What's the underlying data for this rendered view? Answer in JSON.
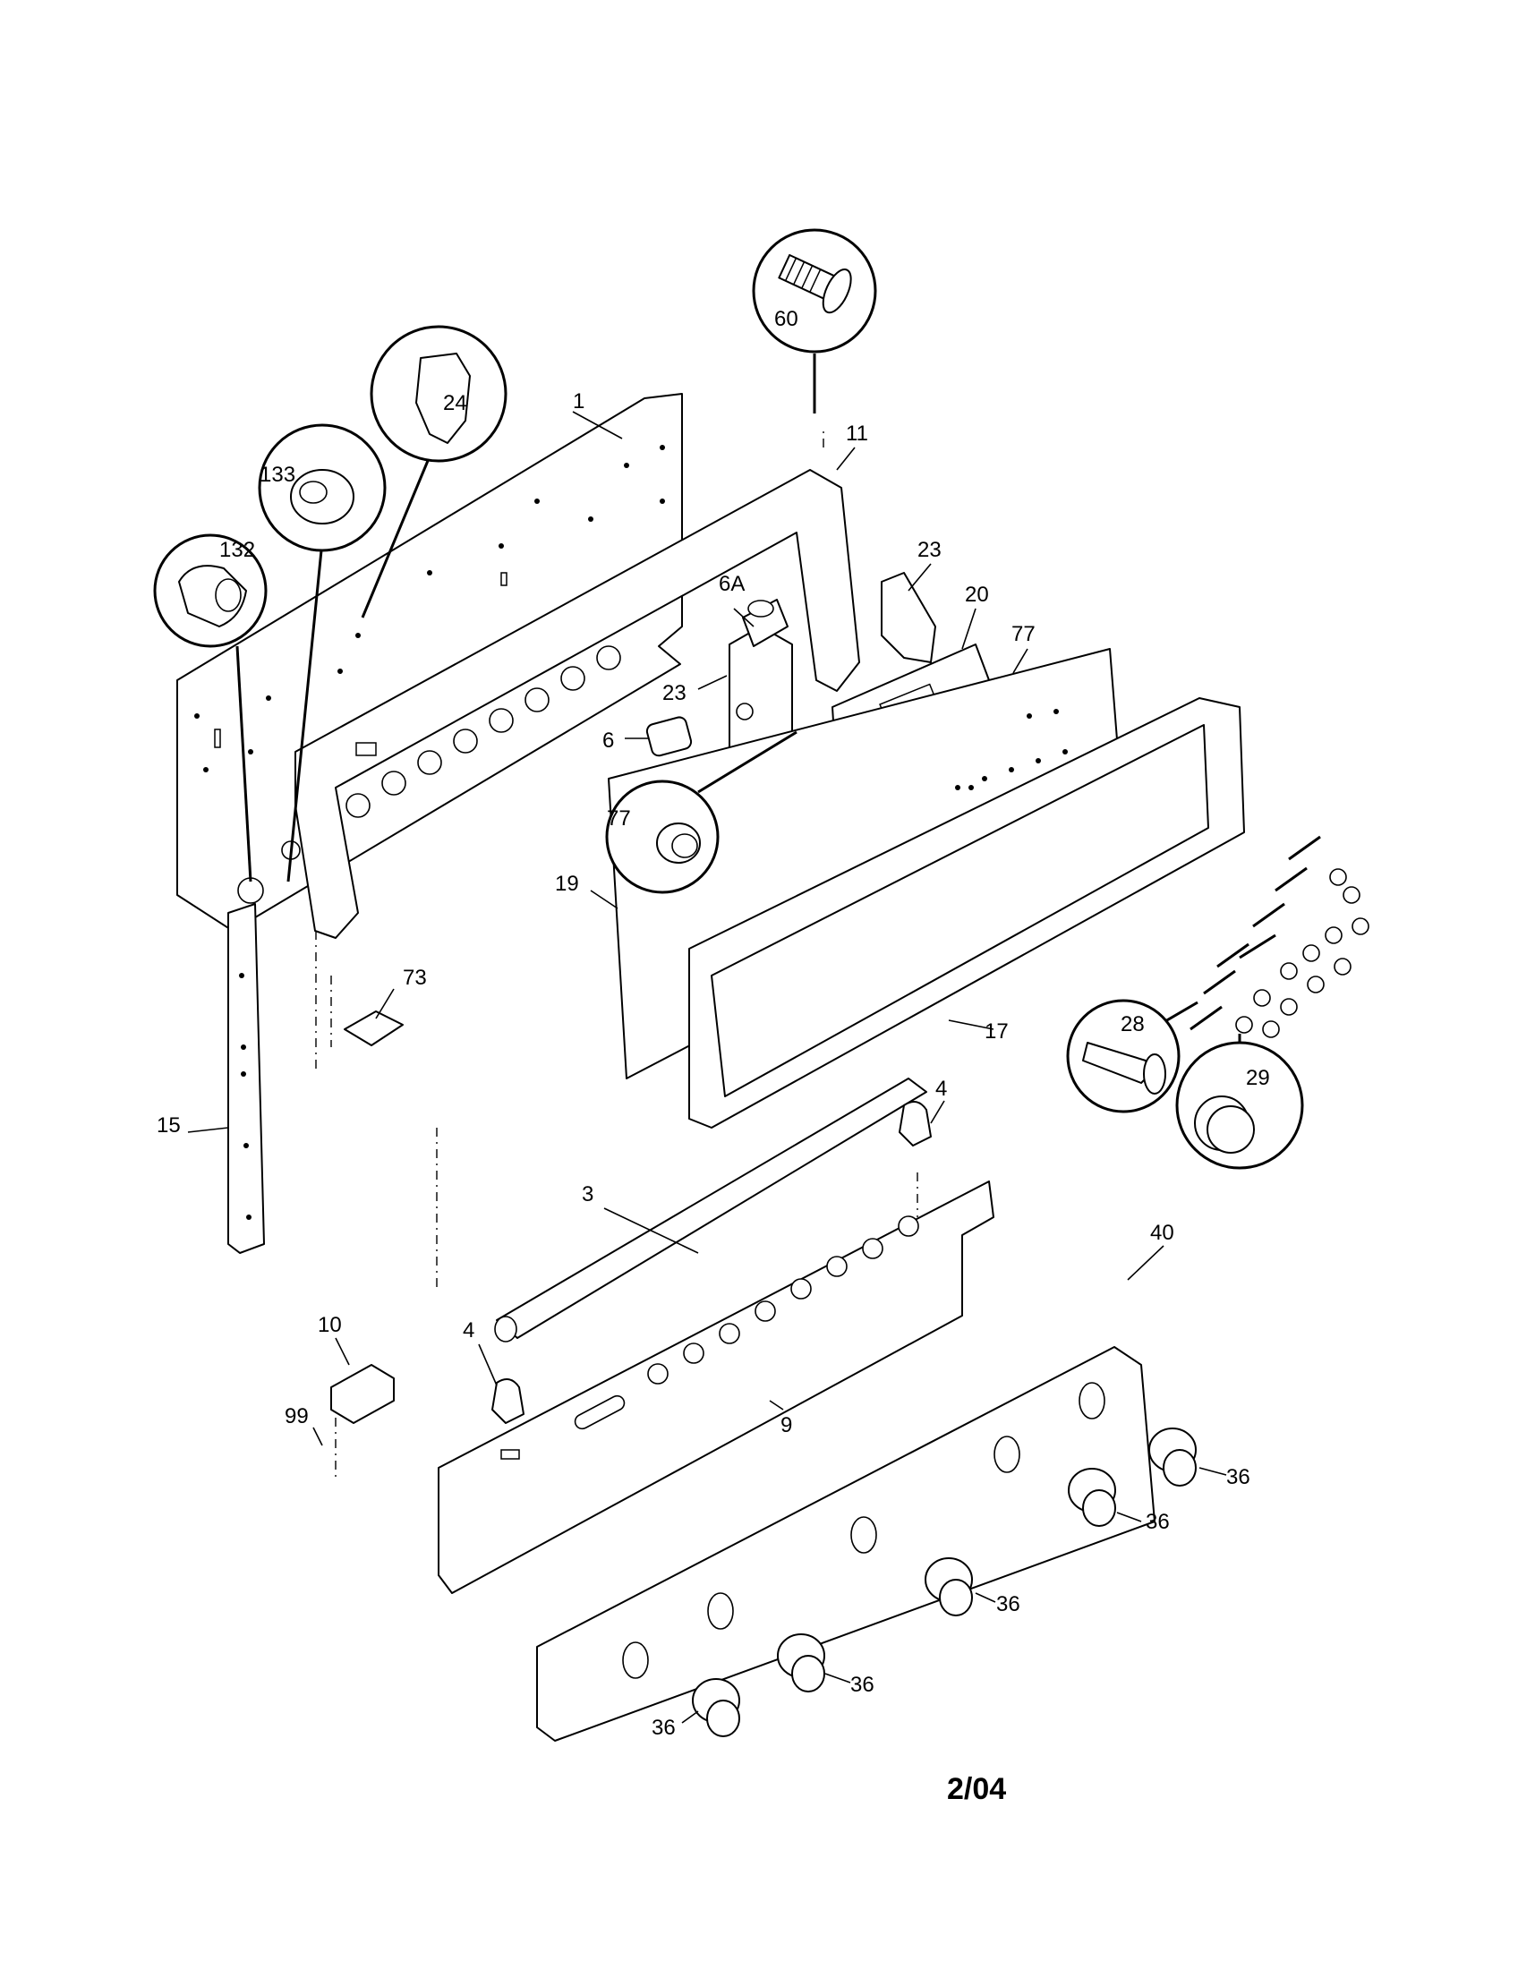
{
  "labels": {
    "l60": "60",
    "l1": "1",
    "l11": "11",
    "l24": "24",
    "l133": "133",
    "l132": "132",
    "l23a": "23",
    "l6a": "6A",
    "l20": "20",
    "l77a": "77",
    "l23b": "23",
    "l6": "6",
    "l77b": "77",
    "l19": "19",
    "l73": "73",
    "l15": "15",
    "l28": "28",
    "l29": "29",
    "l17": "17",
    "l4a": "4",
    "l3": "3",
    "l40": "40",
    "l10": "10",
    "l4b": "4",
    "l99": "99",
    "l9": "9",
    "l36a": "36",
    "l36b": "36",
    "l36c": "36",
    "l36d": "36",
    "l36e": "36"
  },
  "page_code": "2/04"
}
